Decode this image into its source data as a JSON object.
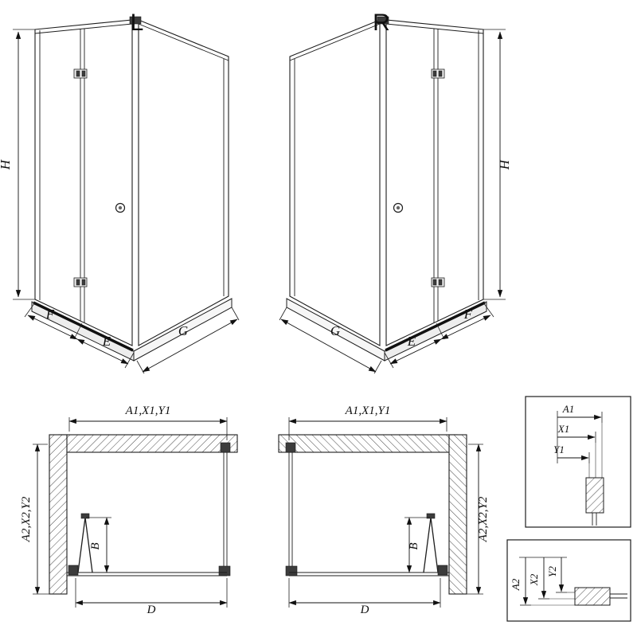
{
  "drawing": {
    "iso_left": {
      "title": "L",
      "height": "H",
      "front_fixed": "F",
      "front_door": "E",
      "side": "G"
    },
    "iso_right": {
      "title": "R",
      "height": "H",
      "front_fixed": "F",
      "front_door": "E",
      "side": "G"
    },
    "plan_left": {
      "width": "A1,X1,Y1",
      "depth": "A2,X2,Y2",
      "door_projection": "B",
      "opening": "D"
    },
    "plan_right": {
      "width": "A1,X1,Y1",
      "depth": "A2,X2,Y2",
      "door_projection": "B",
      "opening": "D"
    },
    "detail_horizontal": {
      "a": "A1",
      "x": "X1",
      "y": "Y1"
    },
    "detail_vertical": {
      "a": "A2",
      "x": "X2",
      "y": "Y2"
    }
  }
}
